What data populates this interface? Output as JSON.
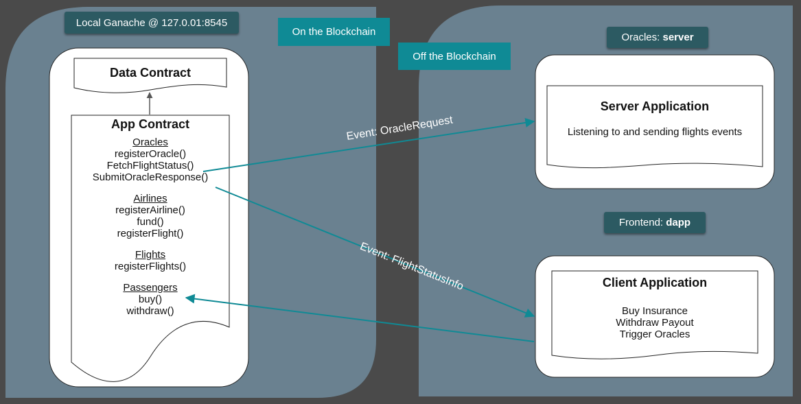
{
  "labels": {
    "local_ganache": "Local Ganache @ 127.0.01:8545",
    "on_chain": "On the Blockchain",
    "off_chain": "Off the Blockchain",
    "oracles_prefix": "Oracles: ",
    "oracles_name": "server",
    "frontend_prefix": "Frontend: ",
    "frontend_name": "dapp"
  },
  "data_contract": {
    "title": "Data Contract"
  },
  "app_contract": {
    "title": "App Contract",
    "oracles_heading": "Oracles",
    "oracles": [
      "registerOracle()",
      "FetchFlightStatus()",
      "SubmitOracleResponse()"
    ],
    "airlines_heading": "Airlines",
    "airlines": [
      "registerAirline()",
      "fund()",
      "registerFlight()"
    ],
    "flights_heading": "Flights",
    "flights": [
      "registerFlights()"
    ],
    "passengers_heading": "Passengers",
    "passengers": [
      "buy()",
      "withdraw()"
    ]
  },
  "server_app": {
    "title": "Server Application",
    "description": "Listening to and sending flights events"
  },
  "client_app": {
    "title": "Client Application",
    "items": [
      "Buy Insurance",
      "Withdraw Payout",
      "Trigger Oracles"
    ]
  },
  "events": {
    "oracle_request": "Event: OracleRequest",
    "flight_status_info": "Event: FlightStatusInfo"
  },
  "colors": {
    "background": "#4a4a4a",
    "region": "#6a8190",
    "label_dark": "#2c5a62",
    "label_teal": "#0f8a95",
    "arrow": "#0f8a95"
  }
}
